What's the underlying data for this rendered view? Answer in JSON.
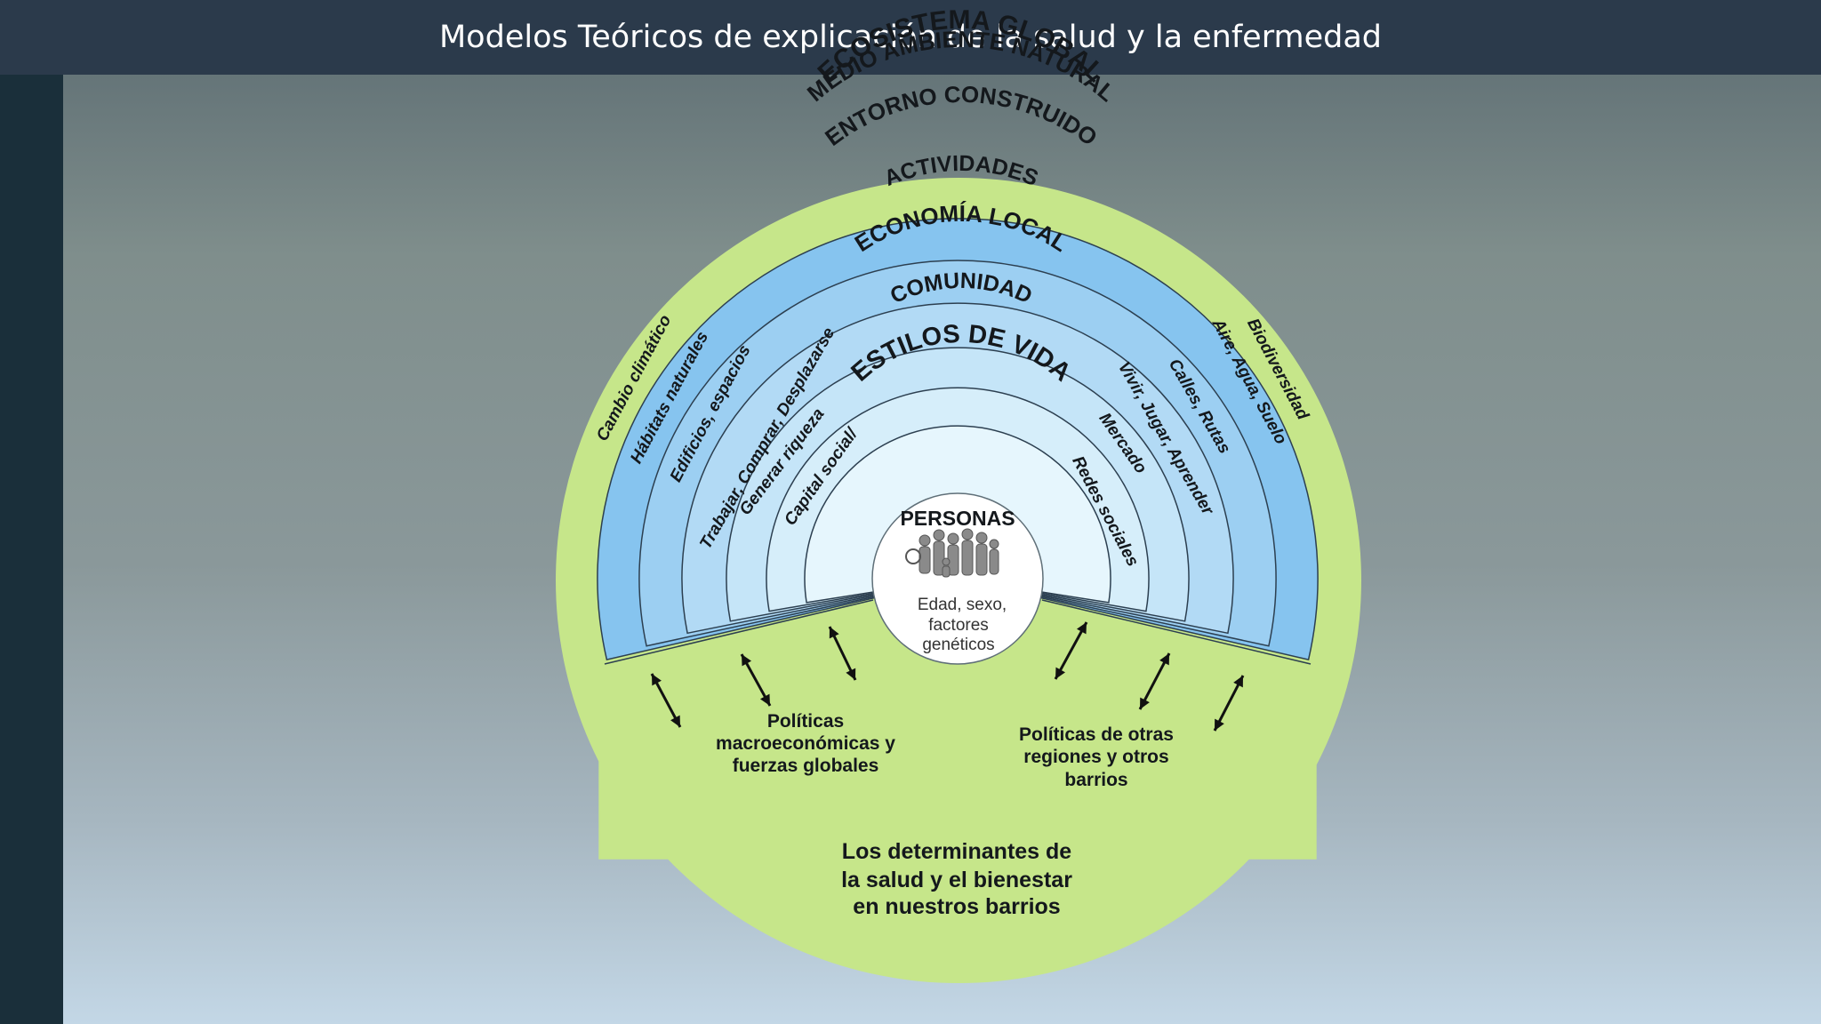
{
  "slide": {
    "title": "Modelos Teóricos de explicación de la salud y la enfermedad"
  },
  "diagram": {
    "rings": [
      "ECOSISTEMA GLOBAL",
      "MEDIO AMBIENTE NATURAL",
      "ENTORNO CONSTRUIDO",
      "ACTIVIDADES",
      "ECONOMÍA LOCAL",
      "COMUNIDAD",
      "ESTILOS DE VIDA"
    ],
    "left_labels": [
      "Cambio climático",
      "Hábitats naturales",
      "Edificios, espacios",
      "Trabajar, Comprar, Desplazarse",
      "Generar riqueza",
      "Capital social/"
    ],
    "right_labels": [
      "Biodiversidad",
      "Aire, Agua, Suelo",
      "Calles, Rutas",
      "Vivir, Jugar, Aprender",
      "Mercado",
      "Redes sociales"
    ],
    "center": {
      "title": "PERSONAS",
      "lines": [
        "Edad, sexo,",
        "factores",
        "genéticos"
      ]
    },
    "policies_left": [
      "Políticas",
      "macroeconómicas y",
      "fuerzas globales"
    ],
    "policies_right": [
      "Políticas de otras",
      "regiones y otros",
      "barrios"
    ],
    "caption": [
      "Los determinantes de",
      "la salud y el bienestar",
      "en nuestros barrios"
    ],
    "colors": {
      "outer_green": "#c6e68a",
      "ring_blue_dark": "#86c4ef",
      "ring_blue_light": "#e6f6fd",
      "title_bar": "#2b3a4b"
    }
  }
}
